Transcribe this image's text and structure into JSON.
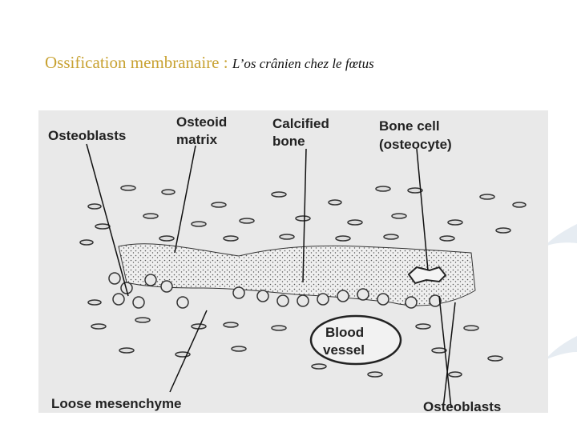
{
  "slide": {
    "title_main": "Ossification membranaire :",
    "title_sub": "L’os crânien chez le fœtus"
  },
  "diagram": {
    "labels": {
      "osteoblasts_top": "Osteoblasts",
      "osteoid_matrix_1": "Osteoid",
      "osteoid_matrix_2": "matrix",
      "calcified_bone_1": "Calcified",
      "calcified_bone_2": "bone",
      "bone_cell_1": "Bone cell",
      "bone_cell_2": "(osteocyte)",
      "blood_vessel_1": "Blood",
      "blood_vessel_2": "vessel",
      "loose_mesenchyme": "Loose mesenchyme",
      "osteoblasts_bottom": "Osteoblasts"
    }
  }
}
